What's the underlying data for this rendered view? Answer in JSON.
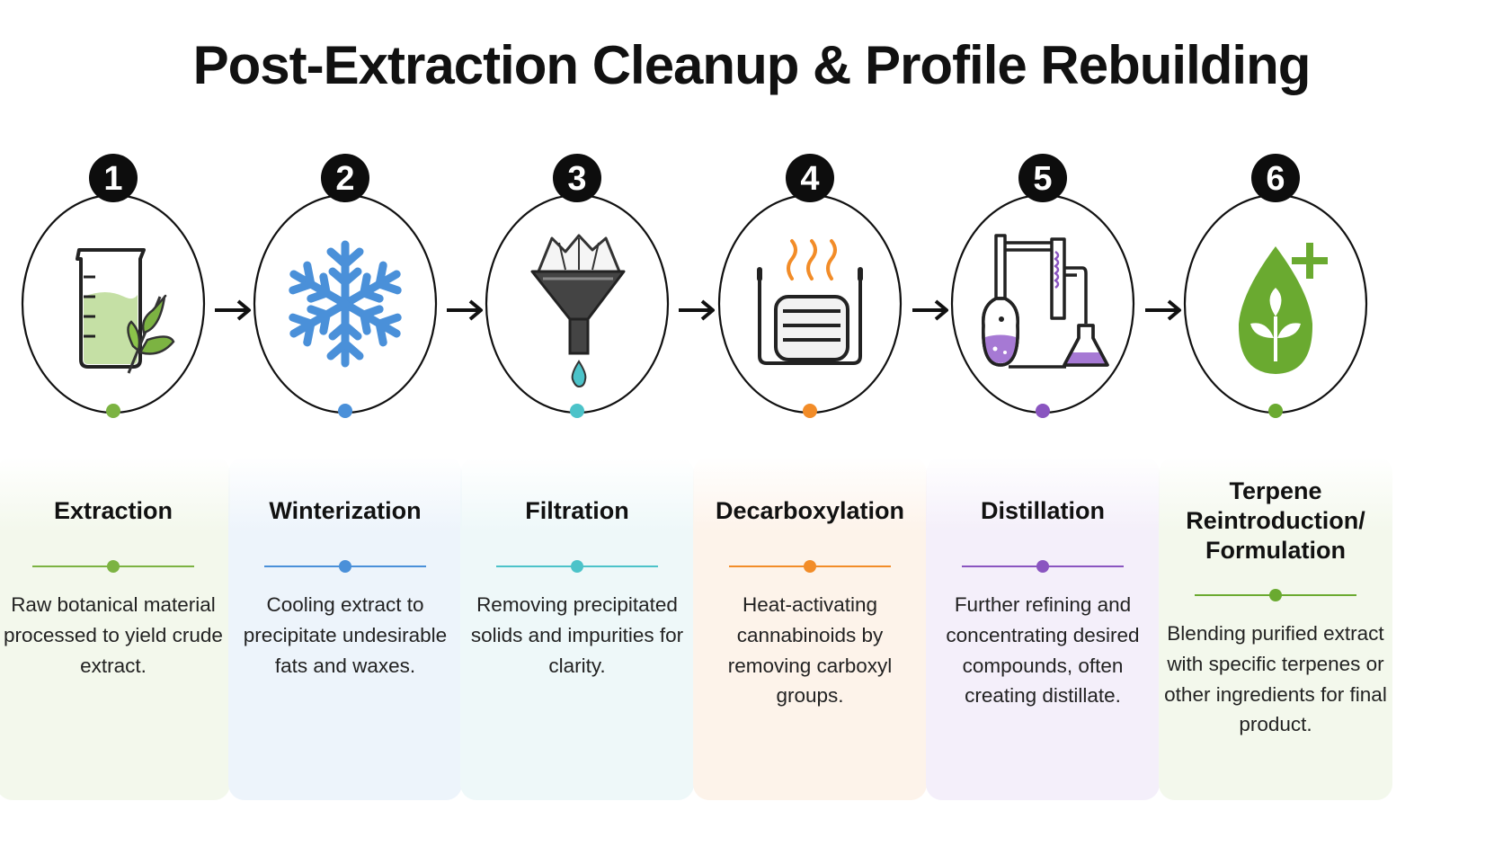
{
  "title": "Post-Extraction Cleanup & Profile Rebuilding",
  "steps": [
    {
      "number": "1",
      "title": "Extraction",
      "description": "Raw botanical material processed to yield crude extract.",
      "accent": "#7cb342",
      "icon": "beaker-leaf-icon"
    },
    {
      "number": "2",
      "title": "Winterization",
      "description": "Cooling extract to precipitate undesirable fats and waxes.",
      "accent": "#4a90d9",
      "icon": "snowflake-icon"
    },
    {
      "number": "3",
      "title": "Filtration",
      "description": "Removing precipitated solids and impurities for clarity.",
      "accent": "#4cc3c9",
      "icon": "filter-funnel-icon"
    },
    {
      "number": "4",
      "title": "Decarboxylation",
      "description": "Heat-activating cannabinoids by removing carboxyl groups.",
      "accent": "#f28c28",
      "icon": "heating-coil-icon"
    },
    {
      "number": "5",
      "title": "Distillation",
      "description": "Further refining and concentrating desired compounds, often creating distillate.",
      "accent": "#8a55c0",
      "icon": "distillation-apparatus-icon"
    },
    {
      "number": "6",
      "title": "Terpene Reintroduction/ Formulation",
      "description": "Blending purified extract with specific terpenes or other ingredients for final product.",
      "accent": "#6aaa30",
      "icon": "leaf-drop-plus-icon"
    }
  ],
  "tints": [
    "#f3f8ec",
    "#edf4fb",
    "#eef8f9",
    "#fdf3ea",
    "#f4effa",
    "#f3f8ec"
  ]
}
